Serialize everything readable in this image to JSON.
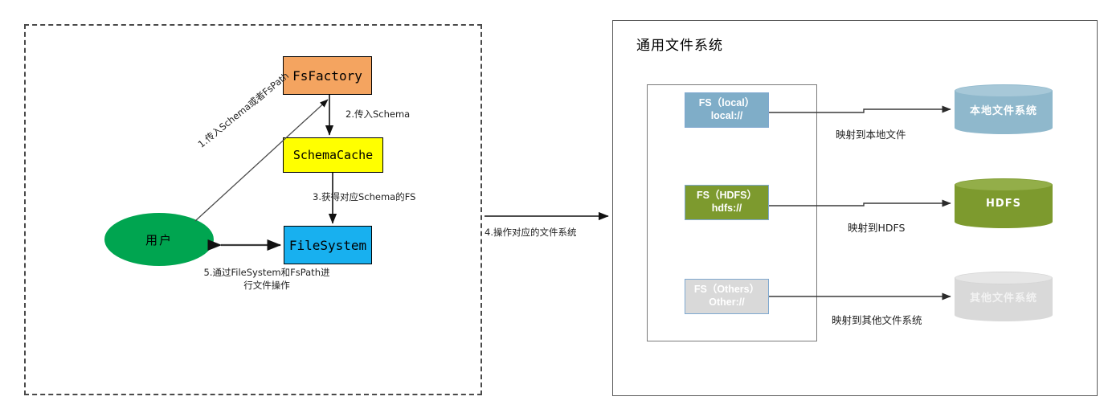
{
  "left_panel": {
    "name": "client-flow-dashed-region",
    "nodes": {
      "fs_factory": "FsFactory",
      "schema_cache": "SchemaCache",
      "file_system": "FileSystem",
      "user": "用户"
    },
    "edge_labels": {
      "step1": "1.传入Schema或者FsPath",
      "step2": "2.传入Schema",
      "step3": "3.获得对应Schema的FS",
      "step5": "5.通过FileSystem和FsPath进行文件操作"
    }
  },
  "bridge": {
    "step4": "4.操作对应的文件系统"
  },
  "right_panel": {
    "title": "通用文件系统",
    "fs_boxes": [
      {
        "name": "FS（local）",
        "scheme": "local://"
      },
      {
        "name": "FS（HDFS）",
        "scheme": "hdfs://"
      },
      {
        "name": "FS（Others）",
        "scheme": "Other://"
      }
    ],
    "map_labels": [
      "映射到本地文件",
      "映射到HDFS",
      "映射到其他文件系统"
    ],
    "stores": [
      "本地文件系统",
      "HDFS",
      "其他文件系统"
    ]
  },
  "colors": {
    "fs_factory": "#F4A460",
    "schema_cache": "#FFFF00",
    "file_system": "#18B0EF",
    "user": "#00A550",
    "fs_local": "#7FADC8",
    "fs_hdfs": "#7D9A2E",
    "fs_others": "#D9D9D9",
    "store_local": "#8FB8CC",
    "store_hdfs": "#7D9A2E",
    "store_other": "#D9D9D9"
  }
}
